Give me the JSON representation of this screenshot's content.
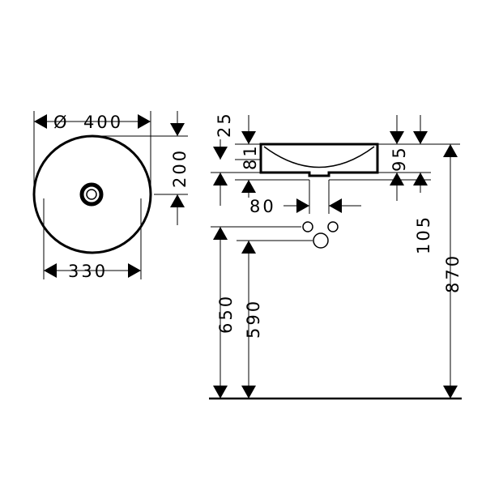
{
  "top_view": {
    "diameter_symbol": "Ø",
    "diameter": "400",
    "drain_spacing": "330",
    "drain_offset": "200"
  },
  "side_view": {
    "rim_thickness": "25",
    "bowl_depth": "81",
    "basin_height": "95",
    "drain_width": "80",
    "drain_drop": "105",
    "total_height": "870",
    "supply_height_upper": "650",
    "supply_height_lower": "590"
  }
}
